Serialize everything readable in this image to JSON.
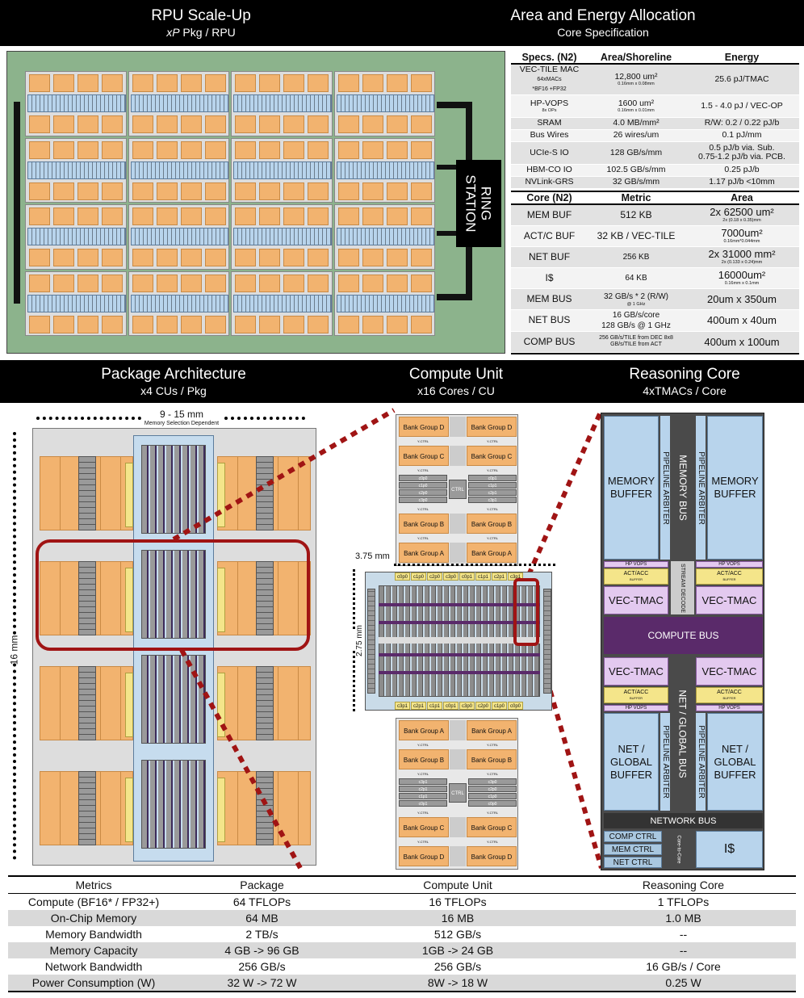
{
  "headers": {
    "rpu_title": "RPU Scale-Up",
    "rpu_sub_em": "xP",
    "rpu_sub_rest": " Pkg / RPU",
    "area_title": "Area and Energy Allocation",
    "area_sub": "Core Specification",
    "pkg_title": "Package Architecture",
    "pkg_sub": "x4 CUs / Pkg",
    "cu_title": "Compute Unit",
    "cu_sub": "x16 Cores / CU",
    "rc_title": "Reasoning Core",
    "rc_sub": "4xTMACs / Core"
  },
  "ring": {
    "line1": "RING",
    "line2": "STATION"
  },
  "spec_table": {
    "headers": [
      "Specs. (N2)",
      "Area/Shoreline",
      "Energy"
    ],
    "rows": [
      {
        "name": "VEC-TILE MAC",
        "name2": "64xMACs",
        "name3": "*BF16 +FP32",
        "area": "12,800 um²",
        "area_small": "0.16mm x 0.08mm",
        "energy": "25.6 pJ/TMAC"
      },
      {
        "name": "HP-VOPS",
        "name2": "8x OPs",
        "area": "1600 um²",
        "area_small": "0.16mm x 0.01mm",
        "energy": "1.5 - 4.0 pJ / VEC-OP"
      },
      {
        "name": "SRAM",
        "area": "4.0 MB/mm²",
        "energy": "R/W: 0.2 / 0.22 pJ/b"
      },
      {
        "name": "Bus Wires",
        "area": "26 wires/um",
        "energy": "0.1 pJ/mm"
      },
      {
        "name": "UCIe-S IO",
        "area": "128 GB/s/mm",
        "energy": "0.5 pJ/b via. Sub.",
        "energy2": "0.75-1.2 pJ/b via. PCB."
      },
      {
        "name": "HBM-CO IO",
        "area": "102.5 GB/s/mm",
        "energy": "0.25 pJ/b"
      },
      {
        "name": "NVLink-GRS",
        "area": "32 GB/s/mm",
        "energy": "1.17 pJ/b <10mm"
      }
    ]
  },
  "core_table": {
    "headers": [
      "Core (N2)",
      "Metric",
      "Area"
    ],
    "rows": [
      {
        "name": "MEM BUF",
        "metric": "512 KB",
        "area": "2x 62500 um²",
        "area_small": "2x (0.18 x 0.35)mm"
      },
      {
        "name": "ACT/C BUF",
        "metric": "32 KB / VEC-TILE",
        "area": "7000um²",
        "area_small": "0.16mm*0.044mm"
      },
      {
        "name": "NET BUF",
        "metric": "256 KB",
        "area": "2x 31000 mm²",
        "area_small": "2x (0.133 x 0.24)mm"
      },
      {
        "name": "I$",
        "metric": "64 KB",
        "area": "16000um²",
        "area_small": "0.16mm x 0.1mm"
      },
      {
        "name": "MEM BUS",
        "metric": "32 GB/s * 2 (R/W)",
        "metric_small": "@ 1 GHz",
        "area": "20um x 350um"
      },
      {
        "name": "NET BUS",
        "metric": "16 GB/s/core",
        "metric2": "128 GB/s @ 1 GHz",
        "area": "400um x 40um"
      },
      {
        "name": "COMP BUS",
        "metric": "256 GB/s/TILE from DEC 8x8",
        "metric2": "GB/s/TILE from ACT",
        "area": "400um x 100um"
      }
    ]
  },
  "pkg": {
    "width_label": "9 - 15 mm",
    "width_sub": "Memory Selection Dependent",
    "height_label": "16 mm"
  },
  "cu": {
    "w_label": "3.75 mm",
    "h_label": "2.75 mm",
    "bank_d": "Bank Group D",
    "bank_c": "Bank Group C",
    "bank_b": "Bank Group B",
    "bank_a": "Bank Group A",
    "xctrl": "X-CTRL",
    "yctrl": "Y-CTRL",
    "ctrl": "CTRL",
    "top_cores": [
      "c0p0",
      "c1p0",
      "c2p0",
      "c3p0",
      "c0p1",
      "c1p1",
      "c2p1",
      "c3p1"
    ],
    "bot_cores": [
      "c3p1",
      "c2p1",
      "c1p1",
      "c0p1",
      "c3p0",
      "c2p0",
      "c1p0",
      "c0p0"
    ],
    "cl_top": [
      "c0p0",
      "c1p0",
      "c2p0",
      "c3p0"
    ],
    "cr_top": [
      "c0p1",
      "c1p1",
      "c2p1",
      "c3p1"
    ],
    "cl_bot": [
      "c3p1",
      "c2p1",
      "c1p1",
      "c0p1"
    ],
    "cr_bot": [
      "c3p0",
      "c2p0",
      "c1p0",
      "c0p0"
    ]
  },
  "rc": {
    "mem_buf": "MEMORY BUFFER",
    "pipe": "PIPELINE ARBITER",
    "mem_bus": "MEMORY BUS",
    "hp_vops": "HP VOPS",
    "act_acc": "ACT/ACC",
    "buffer": "BUFFER",
    "stream": "STREAM DECODE",
    "vec_tmac": "VEC-TMAC",
    "compute_bus": "COMPUTE BUS",
    "net_global_bus": "NET / GLOBAL BUS",
    "net_buf": "NET / GLOBAL BUFFER",
    "network_bus": "NETWORK BUS",
    "comp_ctrl": "COMP CTRL",
    "mem_ctrl": "MEM CTRL",
    "net_ctrl": "NET CTRL",
    "core2core": "Core-to-Core",
    "icache": "I$"
  },
  "metrics": {
    "headers": [
      "Metrics",
      "Package",
      "Compute Unit",
      "Reasoning Core"
    ],
    "rows": [
      [
        "Compute (BF16* / FP32+)",
        "64 TFLOPs",
        "16 TFLOPs",
        "1 TFLOPs"
      ],
      [
        "On-Chip Memory",
        "64 MB",
        "16 MB",
        "1.0 MB"
      ],
      [
        "Memory Bandwidth",
        "2 TB/s",
        "512 GB/s",
        "--"
      ],
      [
        "Memory Capacity",
        "4 GB -> 96 GB",
        "1GB -> 24 GB",
        "--"
      ],
      [
        "Network Bandwidth",
        "256 GB/s",
        "256 GB/s",
        "16 GB/s / Core"
      ],
      [
        "Power Consumption (W)",
        "32 W -> 72 W",
        "8W -> 18 W",
        "0.25 W"
      ]
    ]
  }
}
